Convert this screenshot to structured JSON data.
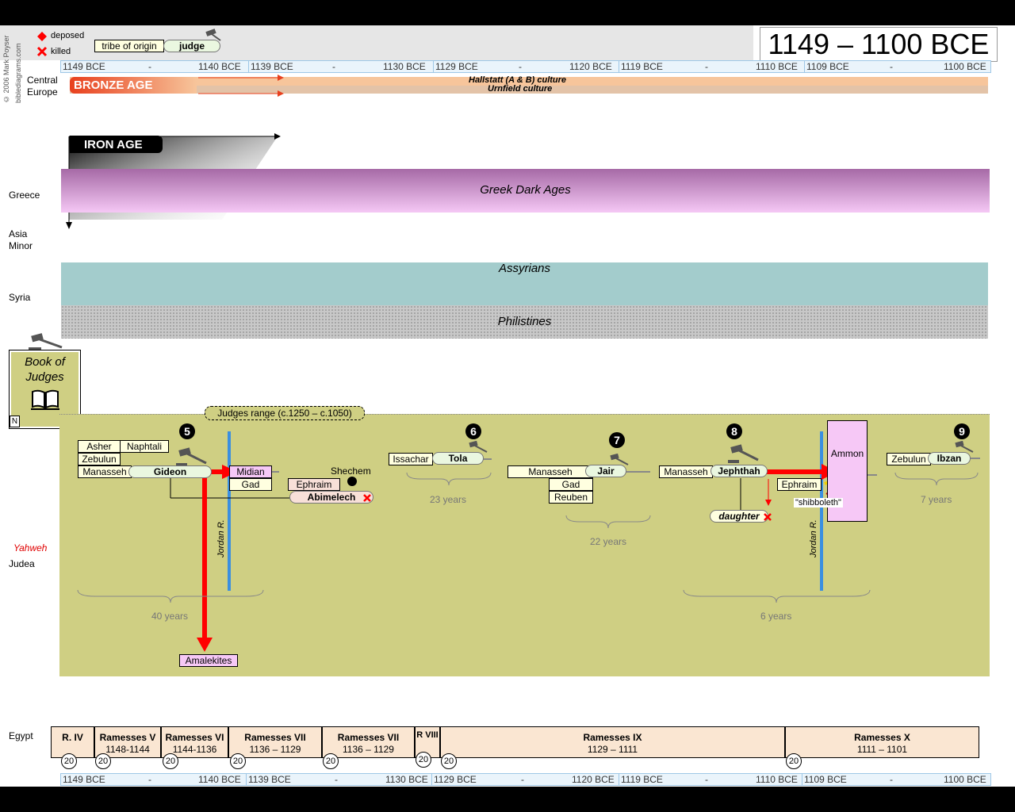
{
  "legend": {
    "deposed": "deposed",
    "killed": "killed",
    "tribe_of_origin": "tribe of origin",
    "judge": "judge",
    "copyright": "© 2006 Mark Poyser",
    "site": "biblediagrams.com"
  },
  "title": "1149 – 1100 BCE",
  "ruler_top": [
    "1149 BCE",
    "-",
    "1140 BCE",
    "1139 BCE",
    "-",
    "1130 BCE",
    "1129 BCE",
    "-",
    "1120 BCE",
    "1119 BCE",
    "-",
    "1110 BCE",
    "1109 BCE",
    "-",
    "1100 BCE"
  ],
  "ruler_bottom": [
    "1149 BCE",
    "-",
    "1140 BCE",
    "1139 BCE",
    "-",
    "1130 BCE",
    "1129 BCE",
    "-",
    "1120 BCE",
    "1119 BCE",
    "-",
    "1110 BCE",
    "1109 BCE",
    "-",
    "1100 BCE"
  ],
  "rows": {
    "central_europe_1": "Central",
    "central_europe_2": "Europe",
    "greece": "Greece",
    "asia_minor_1": "Asia",
    "asia_minor_2": "Minor",
    "syria": "Syria",
    "yahweh": "Yahweh",
    "judea": "Judea",
    "egypt": "Egypt"
  },
  "eras": {
    "bronze": "BRONZE AGE",
    "iron": "IRON AGE",
    "hallstatt": "Hallstatt (A & B) culture",
    "urnfield": "Urnfield culture",
    "greek_dark": "Greek Dark Ages",
    "assyrians": "Assyrians",
    "philistines": "Philistines"
  },
  "book": {
    "line1": "Book of",
    "line2": "Judges",
    "n": "N"
  },
  "judges_range": "Judges range (c.1250 – c.1050)",
  "judges": {
    "n5": "5",
    "n6": "6",
    "n7": "7",
    "n8": "8",
    "n9": "9",
    "gideon": "Gideon",
    "abimelech": "Abimelech",
    "tola": "Tola",
    "jair": "Jair",
    "jephthah": "Jephthah",
    "daughter": "daughter",
    "ibzan": "Ibzan"
  },
  "tribes": {
    "asher": "Asher",
    "naphtali": "Naphtali",
    "zebulun": "Zebulun",
    "manasseh": "Manasseh",
    "gad": "Gad",
    "ephraim": "Ephraim",
    "issachar": "Issachar",
    "reuben": "Reuben",
    "zebulun2": "Zebulun",
    "manasseh2": "Manasseh",
    "manasseh3": "Manasseh",
    "gad2": "Gad",
    "ephraim2": "Ephraim"
  },
  "nations": {
    "midian": "Midian",
    "amalekites": "Amalekites",
    "ammon": "Ammon"
  },
  "places": {
    "shechem": "Shechem",
    "jordan1": "Jordan R.",
    "jordan2": "Jordan R.",
    "shibboleth": "\"shibboleth\""
  },
  "years": {
    "y40": "40 years",
    "y23": "23 years",
    "y22": "22 years",
    "y6": "6 years",
    "y7": "7 years"
  },
  "egypt": [
    {
      "name": "R. IV",
      "dates": ""
    },
    {
      "name": "Ramesses V",
      "dates": "1148-1144"
    },
    {
      "name": "Ramesses VI",
      "dates": "1144-1136"
    },
    {
      "name": "Ramesses VII",
      "dates": "1136 – 1129"
    },
    {
      "name": "Ramesses VII",
      "dates": "1136 – 1129"
    },
    {
      "name": "R VIII",
      "dates": ""
    },
    {
      "name": "Ramesses IX",
      "dates": "1129 – 1111"
    },
    {
      "name": "Ramesses X",
      "dates": "1111 – 1101"
    }
  ],
  "dynasty": "20",
  "colors": {
    "bronze": "#e85a1e",
    "judea_bg": "#cfcf83",
    "greek": "#e6b3ee",
    "assyria": "#a3cccc",
    "nation": "#f6c8f6",
    "arrow": "#ff0000",
    "river": "#3b8fe0"
  }
}
